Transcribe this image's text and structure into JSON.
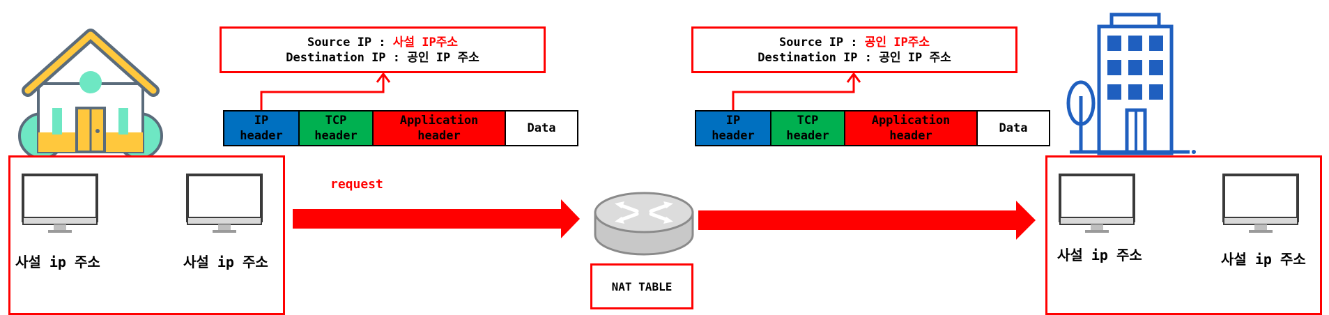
{
  "left_header": {
    "line1_prefix": "Source IP : ",
    "line1_value": "사설 IP주소",
    "line2_prefix": "Destination IP : ",
    "line2_value": "공인 IP 주소"
  },
  "right_header": {
    "line1_prefix": "Source IP : ",
    "line1_value": "공인 IP주소",
    "line2_prefix": "Destination IP : ",
    "line2_value": "공인 IP 주소"
  },
  "packet_segments": [
    {
      "label": "IP\nheader",
      "color": "#0070c0"
    },
    {
      "label": "TCP\nheader",
      "color": "#00b050"
    },
    {
      "label": "Application\nheader",
      "color": "#ff0000"
    },
    {
      "label": "Data",
      "color": "#ffffff"
    }
  ],
  "computer_labels": [
    "사설 ip 주소",
    "사설 ip 주소",
    "사설 ip 주소",
    "사설 ip 주소"
  ],
  "request_label": "request",
  "nat_label": "NAT TABLE",
  "icons": {
    "home": "house-icon",
    "company": "office-building-icon",
    "router": "router-icon",
    "computer": "desktop-computer-icon"
  },
  "colors": {
    "accent": "#ff0000"
  }
}
